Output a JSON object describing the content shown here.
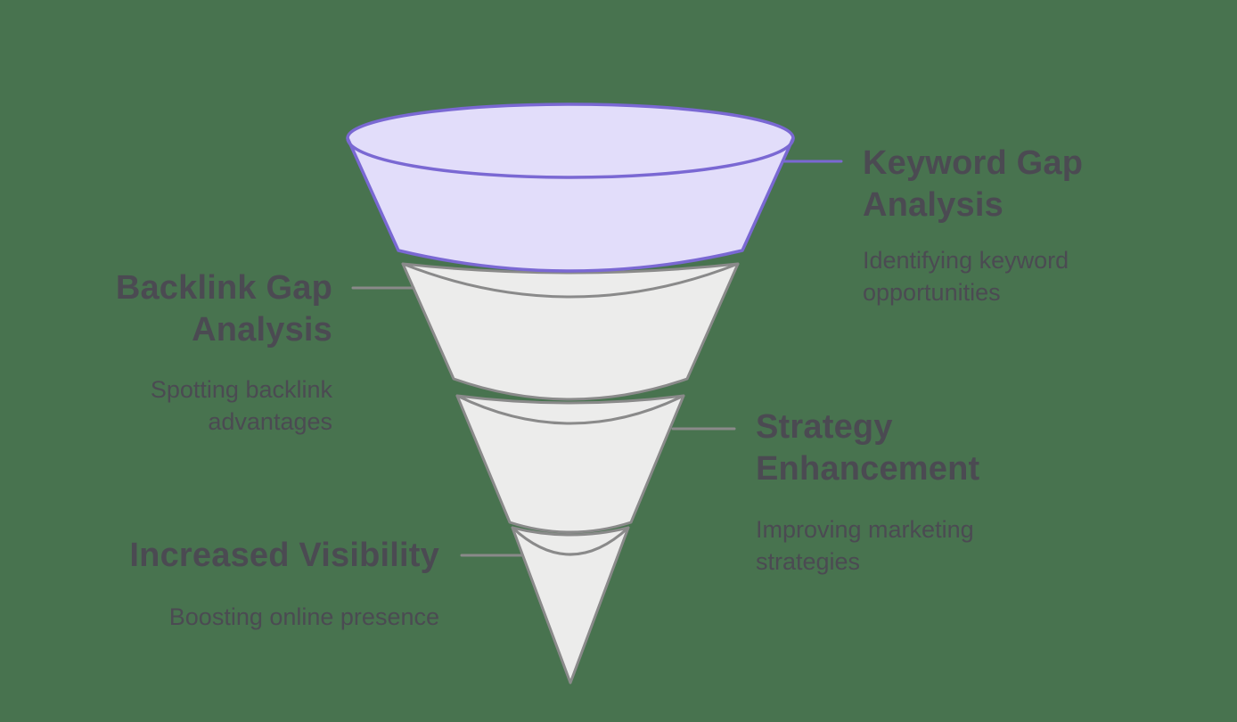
{
  "background_color": "#48734f",
  "diagram": {
    "type": "funnel",
    "direction": "top-down",
    "text_color": "#4b4a52",
    "stages": [
      {
        "title_lines": [
          "Keyword Gap",
          "Analysis"
        ],
        "subtitle_lines": [
          "Identifying keyword",
          "opportunities"
        ],
        "fill": "#e2ddfa",
        "stroke": "#7a68d3",
        "label_side": "right"
      },
      {
        "title_lines": [
          "Backlink Gap",
          "Analysis"
        ],
        "subtitle_lines": [
          "Spotting backlink",
          "advantages"
        ],
        "fill": "#ececeb",
        "stroke": "#8a8a8a",
        "label_side": "left"
      },
      {
        "title_lines": [
          "Strategy",
          "Enhancement"
        ],
        "subtitle_lines": [
          "Improving marketing",
          "strategies"
        ],
        "fill": "#ececeb",
        "stroke": "#8a8a8a",
        "label_side": "right"
      },
      {
        "title_lines": [
          "Increased Visibility"
        ],
        "subtitle_lines": [
          "Boosting online presence"
        ],
        "fill": "#ececeb",
        "stroke": "#8a8a8a",
        "label_side": "left"
      }
    ]
  }
}
